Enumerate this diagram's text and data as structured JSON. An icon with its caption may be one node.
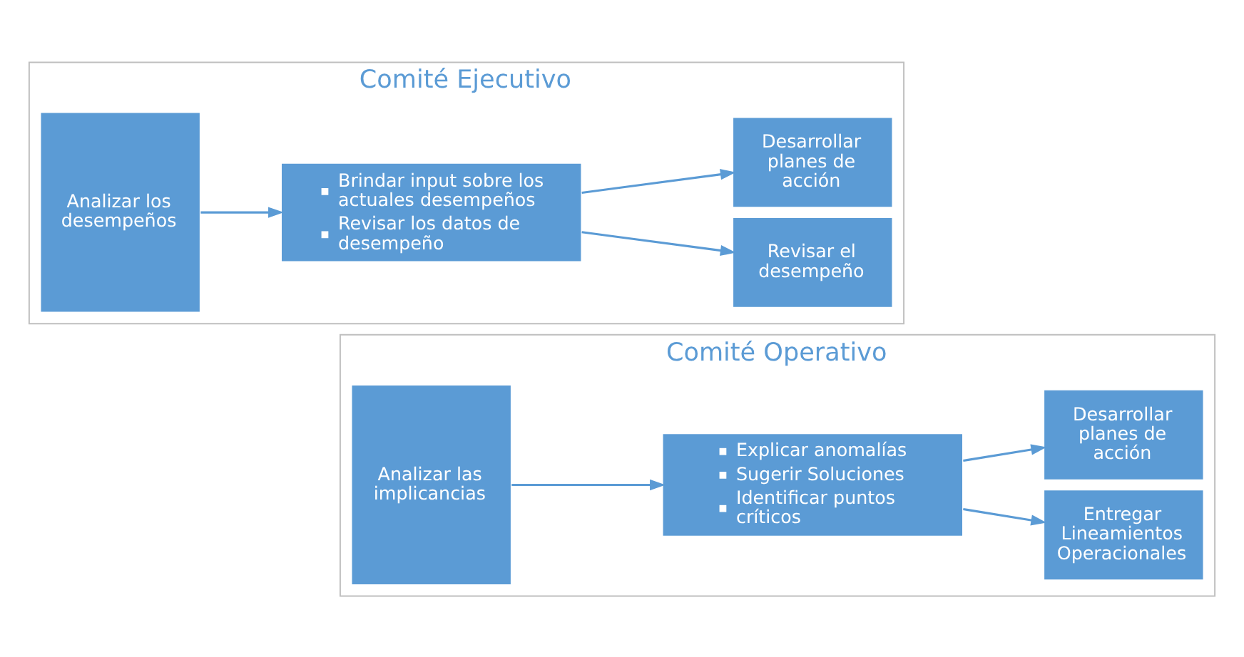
{
  "diagram": {
    "nodes": [
      {
        "text": [
          "Comité Operativo"
        ]
      },
      {
        "text": [
          "Analizar las implicancias"
        ],
        "in": 0
      },
      {
        "text": [
          "Explicar anomalías",
          "Sugerir Soluciones",
          "Identificar puntos críticos"
        ],
        "in": 0
      },
      {
        "text": [
          "Desarrollar planes de acción"
        ],
        "in": 0
      },
      {
        "text": [
          "Entregar Lineamientos Operacionales"
        ],
        "in": 0
      },
      {
        "text": [
          "Comité Ejecutivo"
        ]
      },
      {
        "text": [
          "Analizar los desempeños"
        ],
        "in": 5
      },
      {
        "text": [
          "Brindar input sobre los actuales desempeños",
          "Revisar los datos de desempeño"
        ],
        "in": 5
      },
      {
        "text": [
          "Desarrollar planes de acción"
        ],
        "in": 5
      },
      {
        "text": [
          "Revisar el desempeño"
        ],
        "in": 5
      }
    ],
    "edges": [
      {
        "from": 1,
        "to": 2,
        "arrow": "to"
      },
      {
        "from": 2,
        "to": 3,
        "arrow": "to"
      },
      {
        "from": 2,
        "to": 4,
        "arrow": "to"
      },
      {
        "from": 6,
        "to": 7,
        "arrow": "to"
      },
      {
        "from": 7,
        "to": 8,
        "arrow": "to"
      },
      {
        "from": 7,
        "to": 9,
        "arrow": "to"
      }
    ]
  }
}
